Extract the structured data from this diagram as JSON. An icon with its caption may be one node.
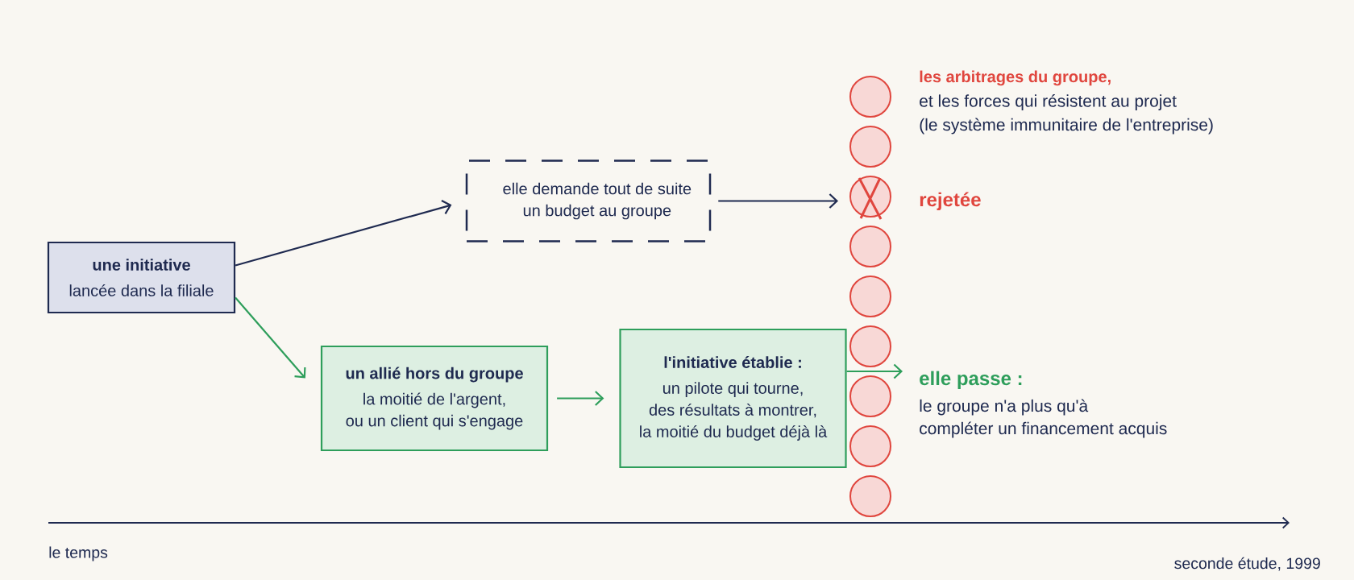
{
  "diagram": {
    "nodes": [
      {
        "text": [
          "une initiative",
          "lancée dans la filiale"
        ]
      },
      {
        "text": [
          "elle demande tout de suite un budget au groupe"
        ]
      },
      {
        "text": [
          "un allié hors du groupe",
          "la moitié de l'argent, ou un client qui s'engage"
        ]
      },
      {
        "text": [
          "l'initiative établie :",
          "un pilote qui tourne, des résultats à montrer, la moitié du budget déjà là"
        ]
      },
      {
        "text": [],
        "shape": "circle"
      },
      {
        "text": [],
        "shape": "circle"
      },
      {
        "text": [],
        "shape": "circle",
        "beside": [
          "rejetée"
        ]
      },
      {
        "text": [],
        "shape": "circle"
      },
      {
        "text": [],
        "shape": "circle"
      },
      {
        "text": [],
        "shape": "circle"
      },
      {
        "text": [],
        "shape": "circle"
      },
      {
        "text": [],
        "shape": "circle"
      },
      {
        "text": [],
        "shape": "circle"
      },
      {
        "text": [
          "elle passe :",
          "le groupe n'a plus qu'à compléter un financement acquis"
        ]
      }
    ],
    "edges": [
      {
        "from": 0,
        "to": 1,
        "arrow": "to",
        "color": "#1f2a50"
      },
      {
        "from": 0,
        "to": 2,
        "arrow": "to"
      },
      {
        "from": 1,
        "to": 6,
        "arrow": "to",
        "color": "#1f2a50"
      },
      {
        "from": 2,
        "to": 3,
        "arrow": "to"
      },
      {
        "from": 3,
        "to": 13,
        "arrow": "to"
      }
    ],
    "labels": [
      "les arbitrages du groupe,",
      "et les forces qui résistent au projet",
      "(le système immunitaire de l'entreprise)",
      "le temps",
      "seconde étude, 1999"
    ]
  }
}
